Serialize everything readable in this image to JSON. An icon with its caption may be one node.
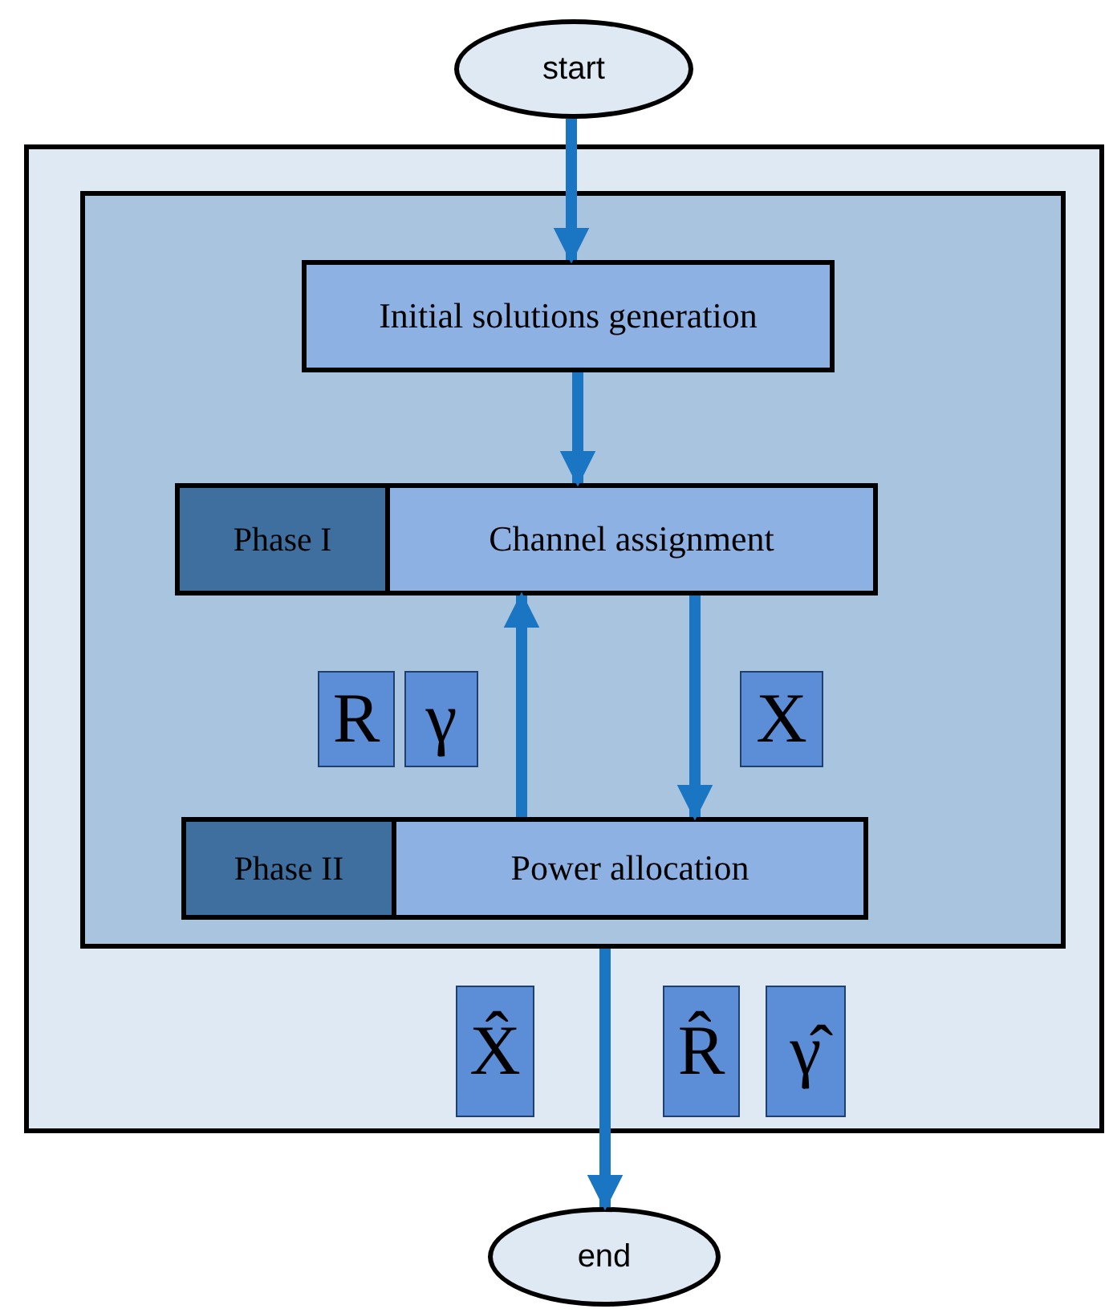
{
  "diagram": {
    "nodes": [
      {
        "text": [
          "start"
        ]
      },
      {
        "text": [],
        "shape": "box"
      },
      {
        "text": [],
        "shape": "box",
        "in": 1
      },
      {
        "text": [
          "Initial solutions generation"
        ],
        "in": 2
      },
      {
        "text": [
          "Phase I"
        ],
        "in": 2
      },
      {
        "text": [
          "Channel assignment"
        ],
        "in": 2
      },
      {
        "text": [
          "Phase II"
        ],
        "in": 2
      },
      {
        "text": [
          "Power allocation"
        ],
        "in": 2
      },
      {
        "text": [
          "R"
        ],
        "in": 2
      },
      {
        "text": [
          "γ"
        ],
        "in": 2
      },
      {
        "text": [
          "X"
        ],
        "in": 2
      },
      {
        "text": [
          "X̂"
        ],
        "in": 1
      },
      {
        "text": [
          "R̂"
        ],
        "in": 1
      },
      {
        "text": [
          "γ̂"
        ],
        "in": 1
      },
      {
        "text": [
          "end"
        ]
      }
    ],
    "edges": [
      {
        "from": 0,
        "to": 3,
        "arrow": "to"
      },
      {
        "from": 3,
        "to": 5,
        "arrow": "to"
      },
      {
        "from": 7,
        "to": 5,
        "arrow": "to"
      },
      {
        "from": 5,
        "to": 7,
        "arrow": "to"
      },
      {
        "from": 2,
        "to": 14,
        "arrow": "to"
      }
    ]
  }
}
